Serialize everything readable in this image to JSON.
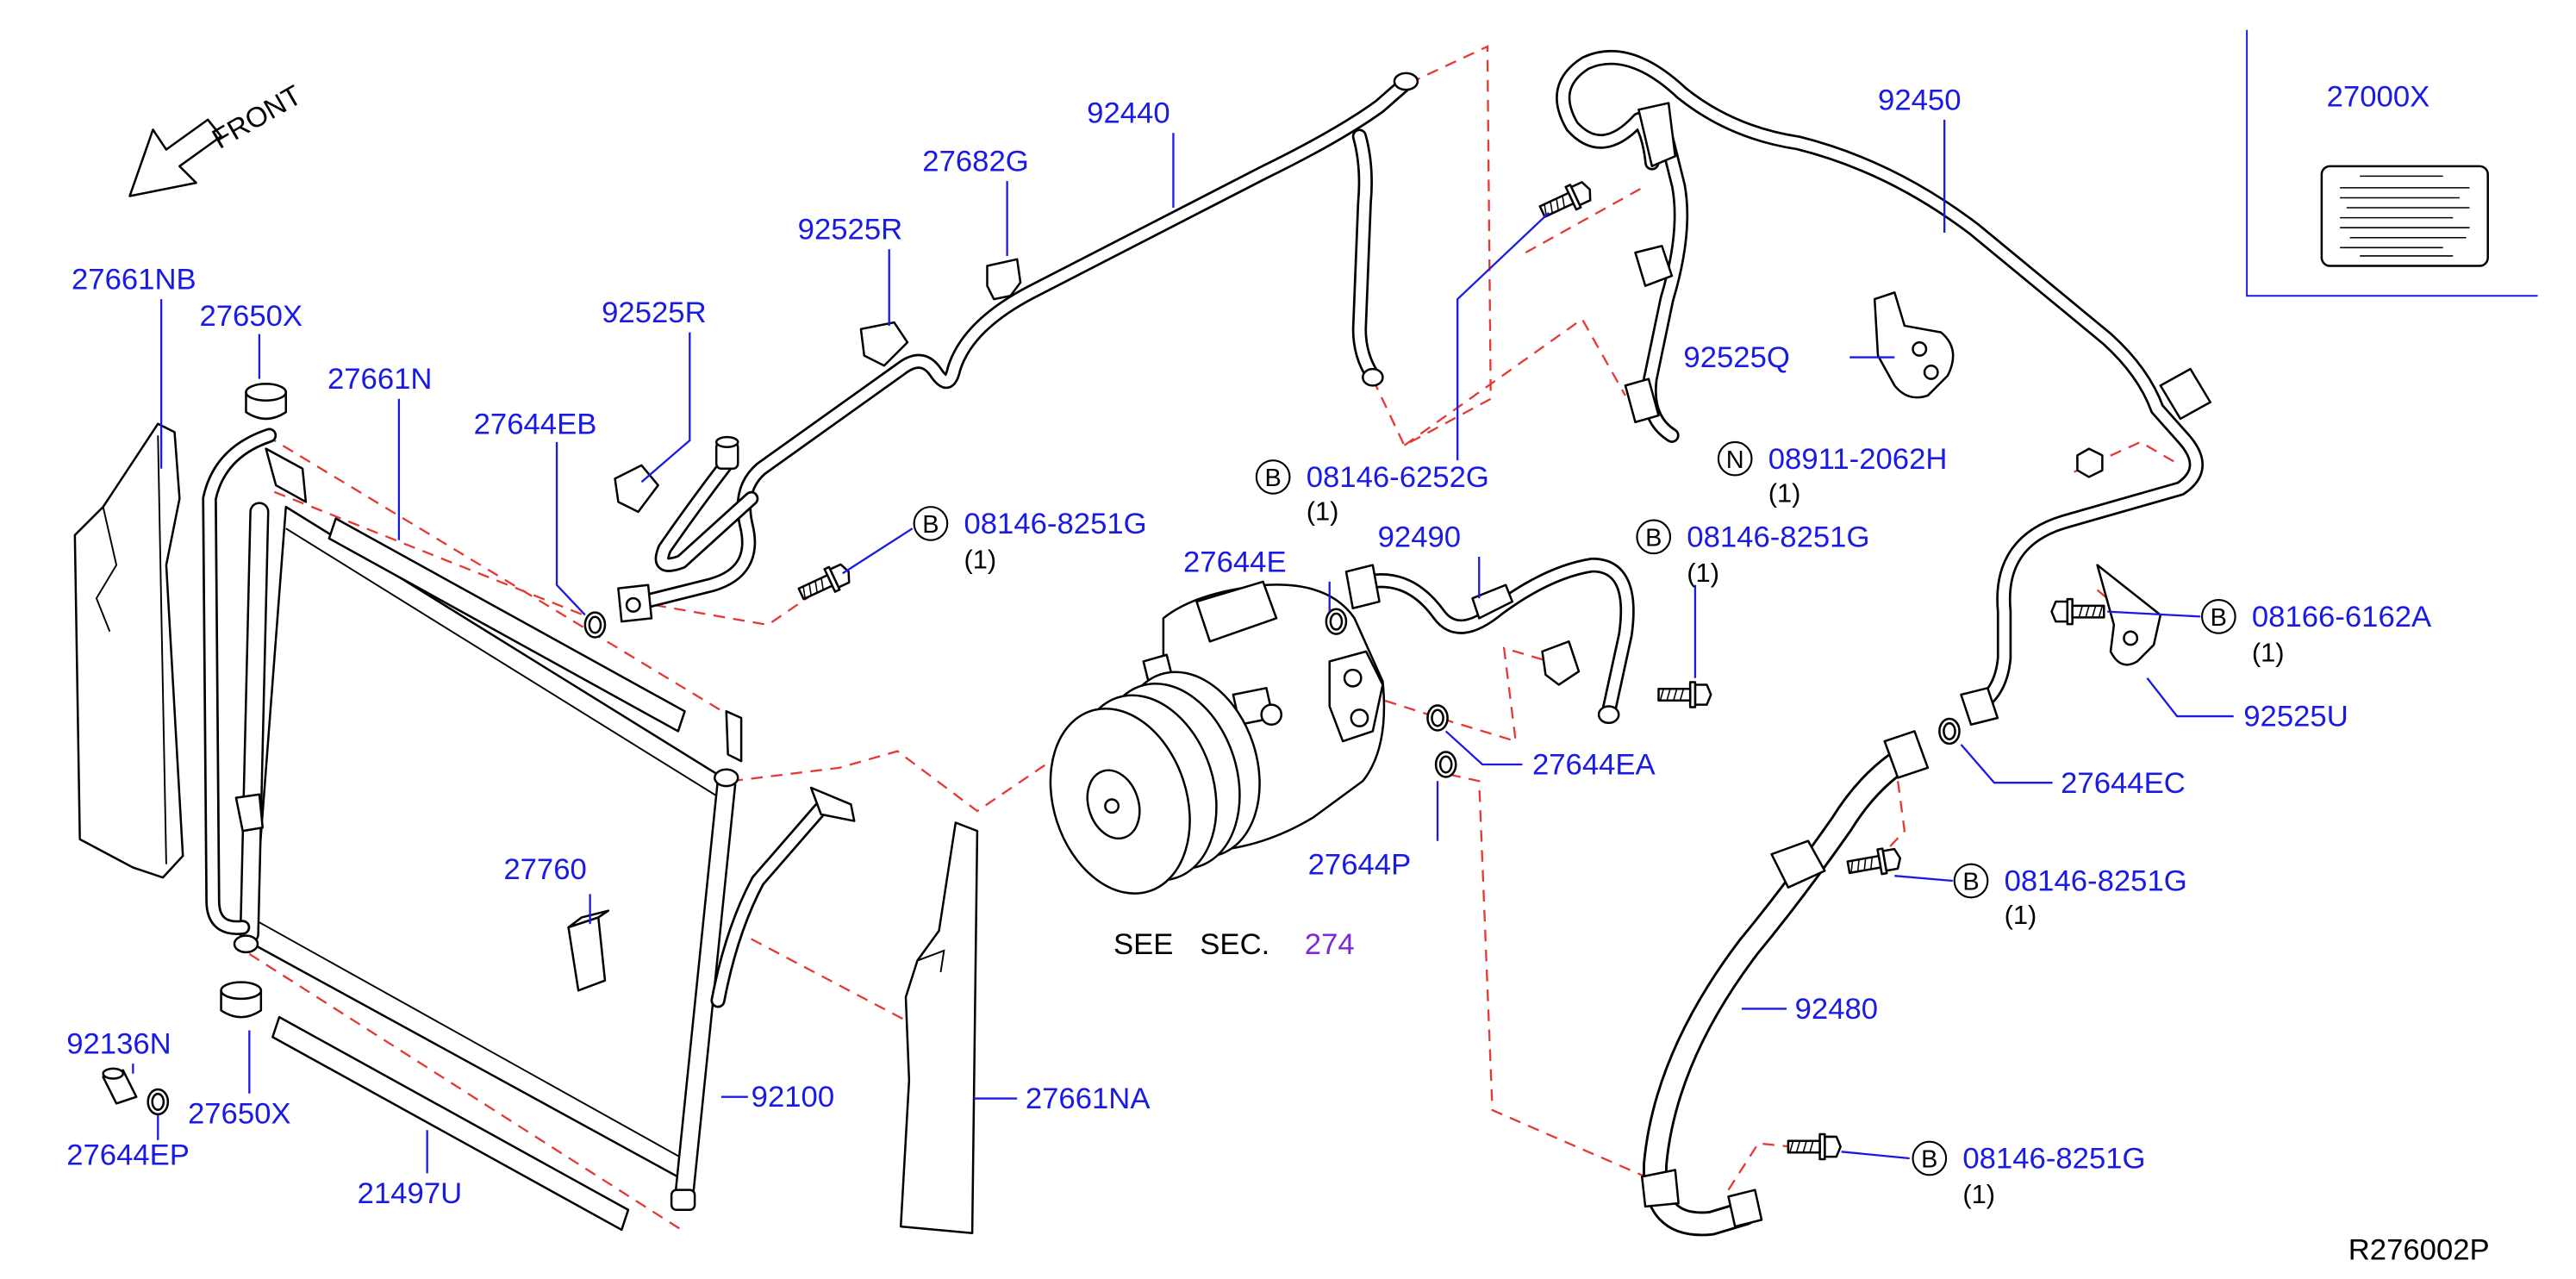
{
  "front_label": "FRONT",
  "part_labels": [
    "27661NB",
    "27650X",
    "27661N",
    "27644EB",
    "92525R",
    "92525R",
    "27682G",
    "92440",
    "92450",
    "27000X",
    "92525Q",
    "92490",
    "27644E",
    "27644EA",
    "27644P",
    "92525U",
    "27644EC",
    "92480",
    "27760",
    "92100",
    "27661NA",
    "92136N",
    "27650X",
    "27644EP",
    "21497U"
  ],
  "callouts": [
    {
      "symbol": "B",
      "part": "08146-8251G",
      "qty": "(1)"
    },
    {
      "symbol": "B",
      "part": "08146-6252G",
      "qty": "(1)"
    },
    {
      "symbol": "N",
      "part": "08911-2062H",
      "qty": "(1)"
    },
    {
      "symbol": "B",
      "part": "08146-8251G",
      "qty": "(1)"
    },
    {
      "symbol": "B",
      "part": "08166-6162A",
      "qty": "(1)"
    },
    {
      "symbol": "B",
      "part": "08146-8251G",
      "qty": "(1)"
    },
    {
      "symbol": "B",
      "part": "08146-8251G",
      "qty": "(1)"
    }
  ],
  "reference": {
    "see": "SEE",
    "sec": "SEC.",
    "section": "274"
  },
  "drawing_code": "R276002P",
  "colors": {
    "label": "#1a1ae6",
    "link": "#7b2bd6",
    "dashed": "#e53935",
    "outline": "#000000",
    "background": "#ffffff"
  }
}
